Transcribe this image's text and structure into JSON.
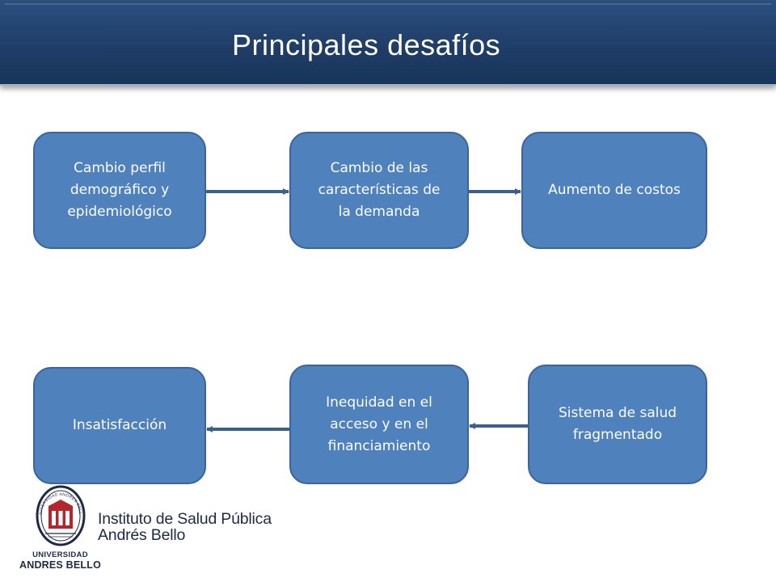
{
  "title": "Principales desafíos",
  "nodes": {
    "n1": [
      "Cambio perfil",
      "demográfico y",
      "epidemiológico"
    ],
    "n2": [
      "Cambio de las",
      "características de",
      "la demanda"
    ],
    "n3": [
      "Aumento de costos"
    ],
    "n4": [
      "Insatisfacción"
    ],
    "n5": [
      "Inequidad en el",
      "acceso y en el",
      "financiamiento"
    ],
    "n6": [
      "Sistema de salud",
      "fragmentado"
    ]
  },
  "logo": {
    "university_line1": "UNIVERSIDAD",
    "university_line2": "ANDRES BELLO",
    "seal_text": "UNIVERSIDAD ANDRES BELLO",
    "institute_line1": "Instituto de Salud Pública",
    "institute_line2": "Andrés Bello"
  },
  "colors": {
    "title_bar": "#1f3e68",
    "node_fill": "#4f81bd",
    "node_border": "#3a659a",
    "arrow": "#3a5f92",
    "seal_red": "#b3262c",
    "brand_text": "#1f2a44"
  }
}
